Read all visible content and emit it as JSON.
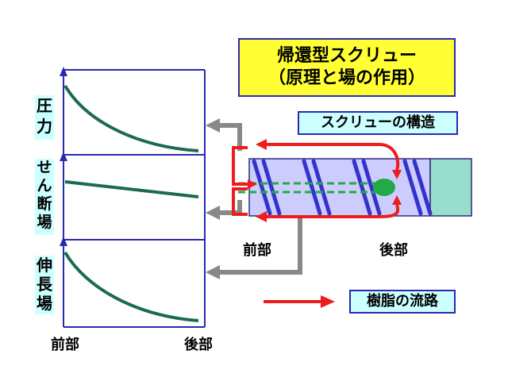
{
  "title": {
    "line1": "帰還型スクリュー",
    "line2": "（原理と場の作用）"
  },
  "screw_structure_label": "スクリューの構造",
  "legend": {
    "label": "樹脂の流路",
    "arrow_color": "#ee1c1c"
  },
  "screw": {
    "front_label": "前部",
    "back_label": "後部"
  },
  "graphs": {
    "x_front_label": "前部",
    "x_back_label": "後部",
    "panels": [
      {
        "label": "圧力",
        "trend": "decreasing"
      },
      {
        "label": "せん断場",
        "trend": "slightly-decreasing"
      },
      {
        "label": "伸長場",
        "trend": "decreasing"
      }
    ]
  },
  "colors": {
    "curve": "#1a6b52",
    "axis": "#2a2ab0",
    "flow": "#ee1c1c",
    "label_bg": "#ccffff",
    "title_bg": "#ffff33",
    "barrel": "#ccccff",
    "screw_flight": "#3333cc",
    "mixing_zone": "#99ddcc",
    "backflow": "#22aa44",
    "connector": "#888888"
  }
}
